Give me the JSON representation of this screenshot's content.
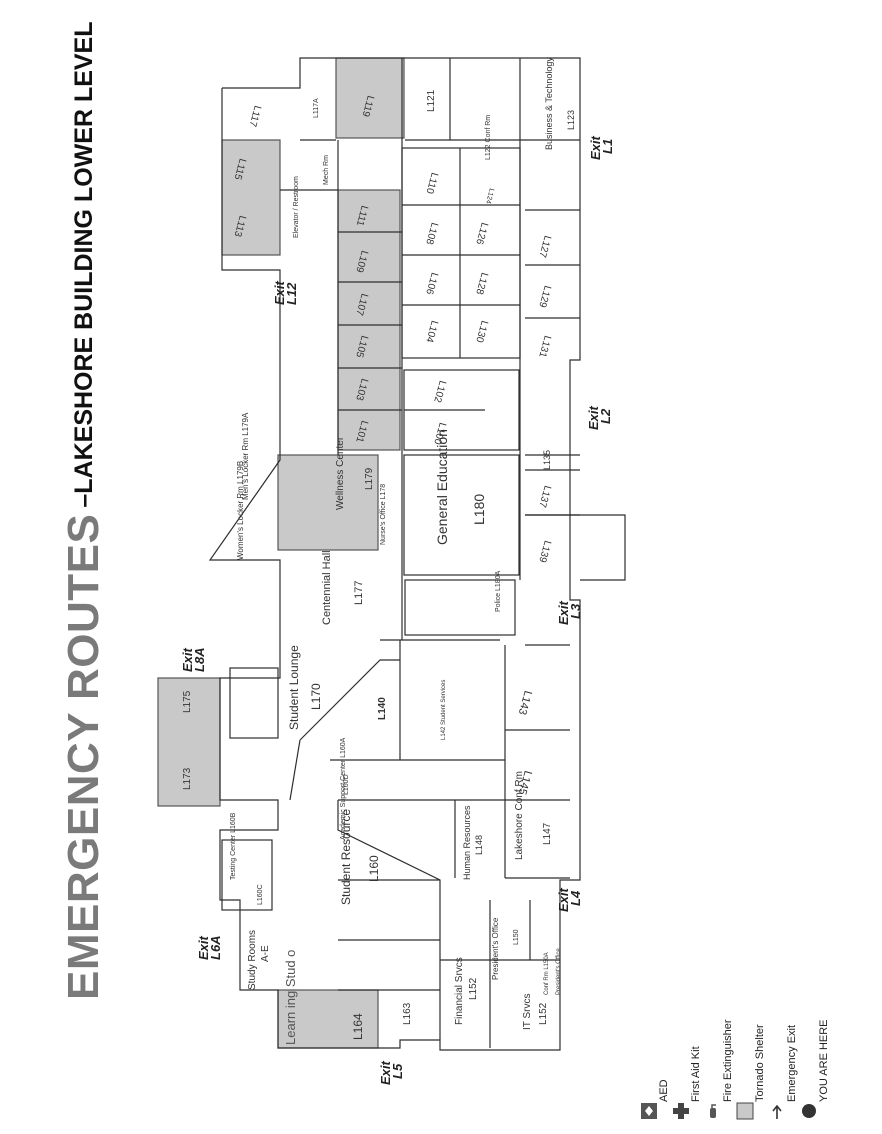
{
  "title": {
    "main": "EMERGENCY ROUTES",
    "sub": "–LAKESHORE BUILDING LOWER LEVEL"
  },
  "colors": {
    "shelter_fill": "#c9c9c9",
    "walls": "#2e2e2e",
    "title_gray": "#7a7a7a"
  },
  "rooms": {
    "l119": "L119",
    "l121": "L121",
    "l117": "L117",
    "l117a": "L117A",
    "l115": "L115",
    "l113": "L113",
    "elevator_restroom": "Elevator / Restroom",
    "mech_rm": "Mech Rm",
    "l111": "L111",
    "l109": "L109",
    "l107": "L107",
    "l105": "L105",
    "l103": "L103",
    "l101": "L101",
    "l110": "L110",
    "l108": "L108",
    "l106": "L106",
    "l104": "L104",
    "l122": "L122 Conf Rm",
    "l124": "L124",
    "l126": "L126",
    "l128": "L128",
    "l130": "L130",
    "l102": "L102",
    "l100": "L100",
    "business_tech": "Business & Technology",
    "l123": "L123",
    "l127": "L127",
    "l129": "L129",
    "l131": "L131",
    "l135": "L135",
    "l137": "L137",
    "l139": "L139",
    "mens_locker": "Men's Locker Rm L179A",
    "womens_locker": "Women's Locker Rm L179B",
    "wellness": "Wellness Center",
    "l179": "L179",
    "nurses": "Nurse's Office L178",
    "gen_ed": "General Education",
    "l180": "L180",
    "police": "Police L180A",
    "centennial": "Centennial Hall",
    "l177": "L177",
    "student_lounge": "Student Lounge",
    "l170": "L170",
    "l175": "L175",
    "l173": "L173",
    "l140": "L140",
    "student_services": "L142 Student Services",
    "l143": "L143",
    "l145": "L145",
    "l160d": "L160D",
    "academic_support": "Academic Support Center L160A",
    "human_resources": "Human Resources",
    "l148": "L148",
    "lakeshore_conf": "Lakeshore Conf Rm",
    "l147": "L147",
    "testing": "Testing Center L160B",
    "l160c": "L160C",
    "student_resource": "Student Resource",
    "l160": "L160",
    "study_rooms": "Study Rooms",
    "study_rooms_range": "A-E",
    "learning_studio": "Learn ing Stud o",
    "l164": "L164",
    "l163": "L163",
    "financial": "Financial Srvcs",
    "l152a": "L152",
    "presidents": "President's Office",
    "l150": "L150",
    "conf_l150a": "Conf Rm L150A",
    "presidents_office2": "President's Office",
    "it_srvcs": "IT Srvcs",
    "l152b": "L152"
  },
  "exits": {
    "word": "Exit",
    "l1": "L1",
    "l2": "L2",
    "l3": "L3",
    "l4": "L4",
    "l5": "L5",
    "l6a": "L6A",
    "l8a": "L8A",
    "l12": "L12"
  },
  "legend": [
    {
      "icon": "aed-icon",
      "label": "AED"
    },
    {
      "icon": "first-aid-icon",
      "label": "First Aid Kit"
    },
    {
      "icon": "fire-extinguisher-icon",
      "label": "Fire Extinguisher"
    },
    {
      "icon": "tornado-shelter-icon",
      "label": "Tornado Shelter"
    },
    {
      "icon": "emergency-exit-icon",
      "label": "Emergency Exit"
    },
    {
      "icon": "you-are-here-icon",
      "label": "YOU ARE HERE"
    }
  ]
}
